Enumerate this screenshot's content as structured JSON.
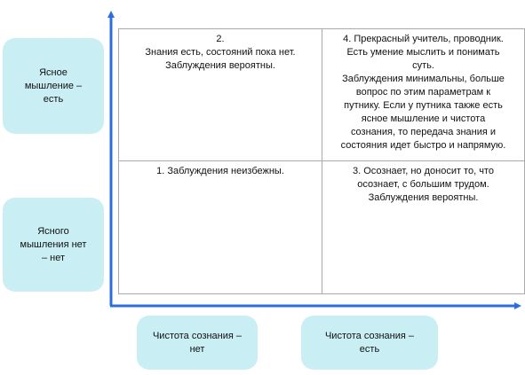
{
  "axes": {
    "y_top_label": "Ясное\nмышление –\nесть",
    "y_bottom_label": "Ясного\nмышления нет\n– нет",
    "x_left_label": "Чистота сознания –\nнет",
    "x_right_label": "Чистота сознания –\nесть"
  },
  "quadrants": {
    "q2": "2.\nЗнания есть, состояний пока нет.\nЗаблуждения вероятны.",
    "q4": "4. Прекрасный учитель, проводник.\nЕсть умение мыслить и понимать\nсуть.\nЗаблуждения минимальны, больше\nвопрос по этим параметрам к\nпутнику. Если у путника также есть\nясное мышление и чистота\nсознания, то передача знания и\nсостояния идет быстро и напрямую.",
    "q1": "1. Заблуждения неизбежны.",
    "q3": "3. Осознает, но доносит то, что\nосознает, с большим трудом.\nЗаблуждения вероятны."
  },
  "colors": {
    "pill_fill": "#c9eef4",
    "axis": "#2a6fdb",
    "grid": "#aaaaaa"
  }
}
